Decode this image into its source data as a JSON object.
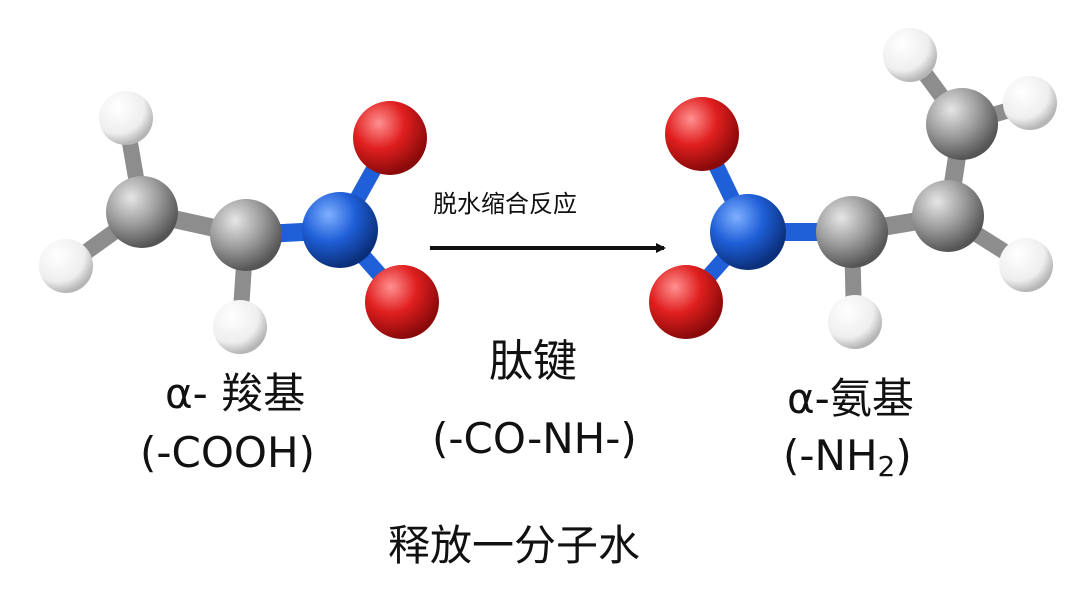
{
  "colors": {
    "carbon": "#9a9a9a",
    "hydrogen": "#f2f2f2",
    "oxygen": "#e02020",
    "nitrogen": "#1f5fd8",
    "arrow": "#111111"
  },
  "labels": {
    "left_title": "α- 羧基",
    "left_formula": "(-COOH)",
    "reaction": "脱水缩合反应",
    "bond_name": "肽键",
    "bond_formula": "(-CO-NH-)",
    "right_title": "α-氨基",
    "right_formula_main": "(-NH",
    "right_formula_sub": "2",
    "right_formula_end": ")",
    "water": "释放一分子水"
  }
}
